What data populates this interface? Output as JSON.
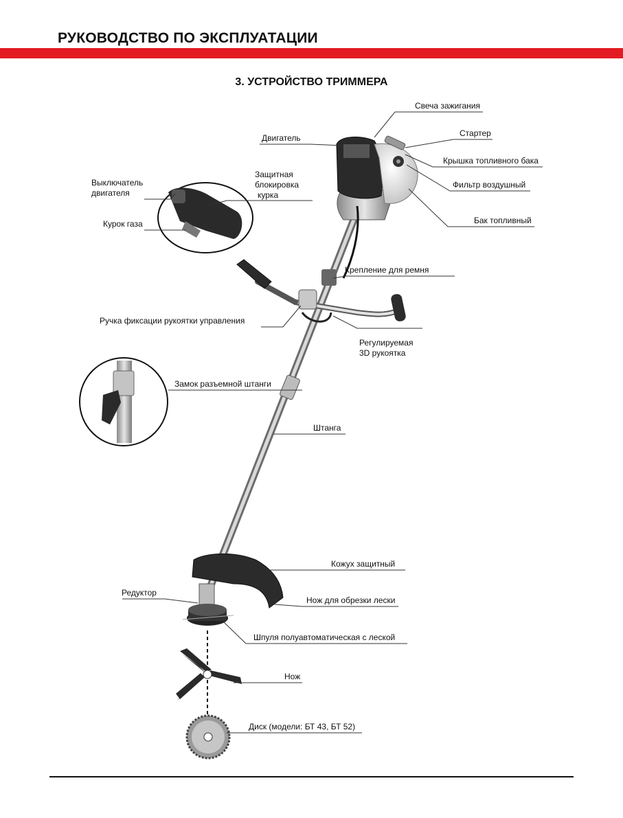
{
  "header": {
    "title": "РУКОВОДСТВО ПО ЭКСПЛУАТАЦИИ",
    "accent_color": "#e31b23"
  },
  "section": {
    "title": "3. УСТРОЙСТВО ТРИММЕРА"
  },
  "labels": {
    "spark_plug": "Свеча зажигания",
    "engine": "Двигатель",
    "starter": "Стартер",
    "fuel_cap": "Крышка топливного бака",
    "air_filter": "Фильтр воздушный",
    "fuel_tank": "Бак топливный",
    "switch_l1": "Выключатель",
    "switch_l2": "двигателя",
    "lock_l1": "Защитная",
    "lock_l2": "блокировка",
    "lock_l3": "курка",
    "throttle": "Курок газа",
    "belt_mount": "Крепление для ремня",
    "handle_knob": "Ручка фиксации рукоятки управления",
    "handle3d_l1": "Регулируемая",
    "handle3d_l2": "3D рукоятка",
    "shaft_lock": "Замок разъемной штанги",
    "shaft": "Штанга",
    "guard": "Кожух защитный",
    "gearbox": "Редуктор",
    "line_cutter": "Нож для обрезки лески",
    "spool": "Шпуля полуавтоматическая с леской",
    "blade": "Нож",
    "disc": "Диск (модели: БТ 43, БТ 52)"
  }
}
